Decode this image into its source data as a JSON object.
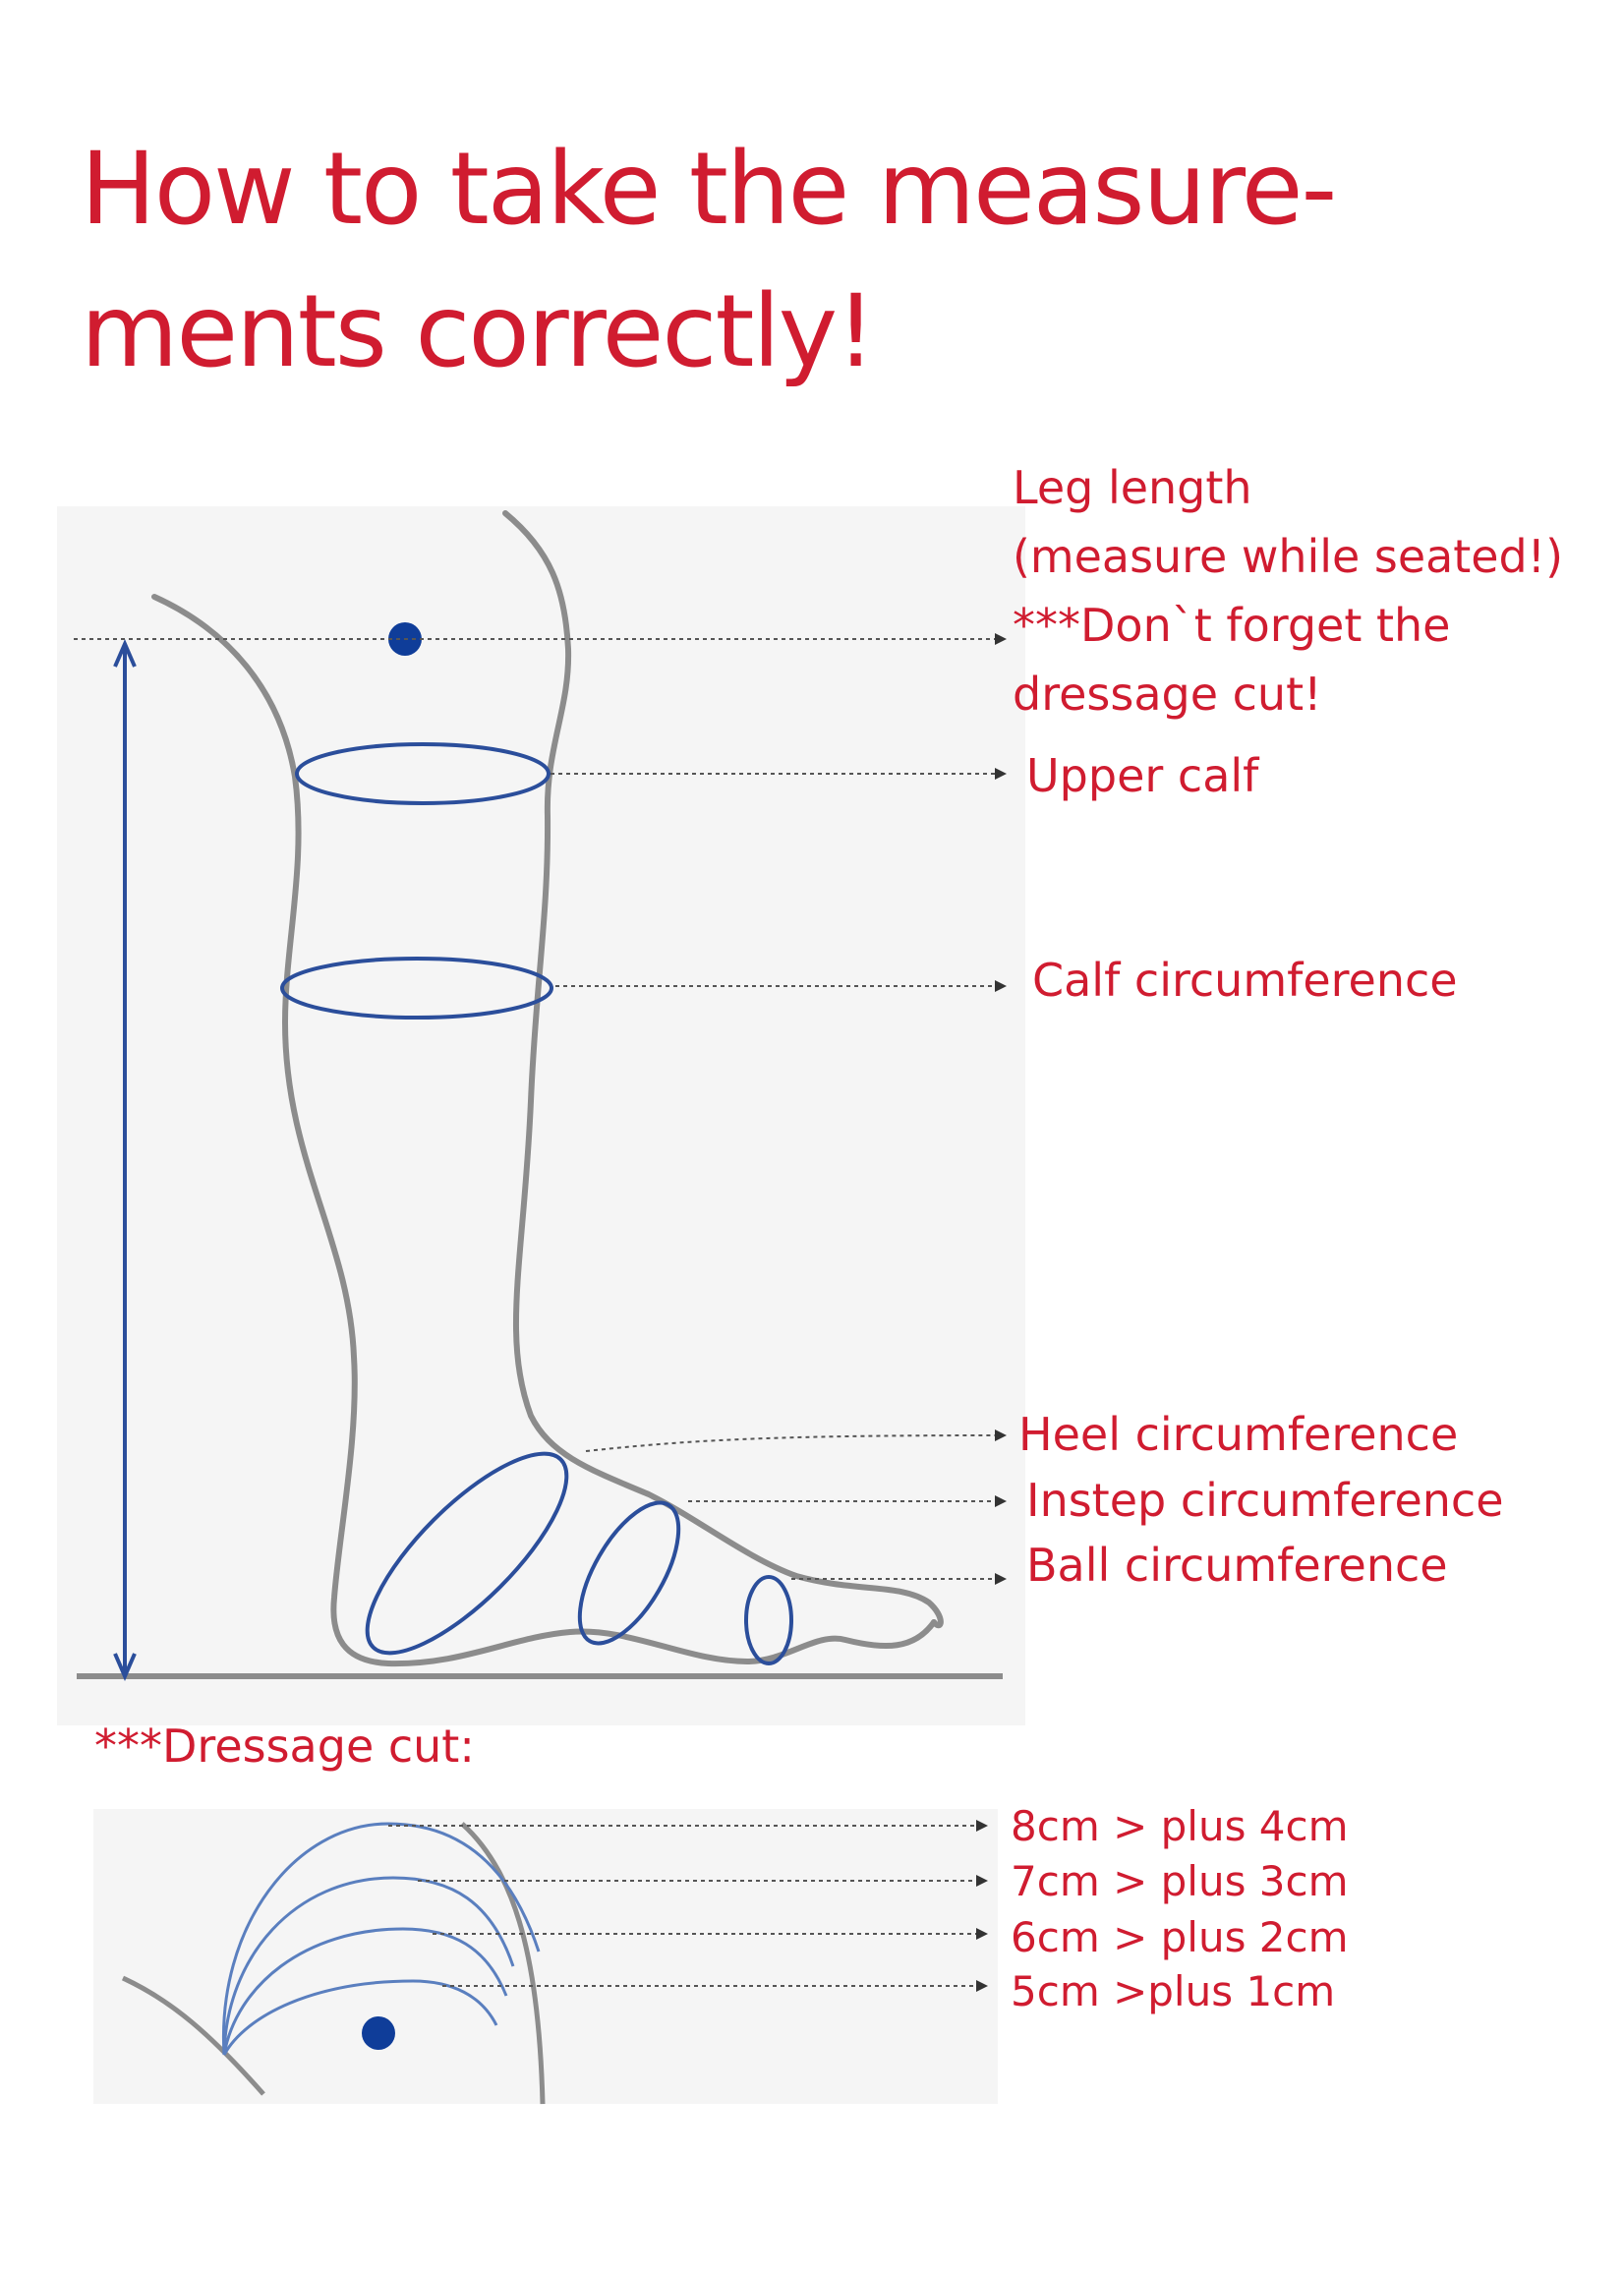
{
  "title": {
    "line1": "How to take the measure-",
    "line2": "ments correctly!"
  },
  "labels": {
    "leg_length": [
      "Leg length",
      "(measure while seated!)",
      "***Don`t forget the",
      "dressage cut!"
    ],
    "upper_calf": "Upper calf",
    "calf_circumference": "Calf circumference",
    "heel_circumference": "Heel circumference",
    "instep_circumference": "Instep circumference",
    "ball_circumference": "Ball circumference"
  },
  "dressage": {
    "heading": "***Dressage cut:",
    "rows": [
      "8cm > plus 4cm",
      "7cm > plus 3cm",
      "6cm > plus 2cm",
      "5cm >plus 1cm"
    ]
  },
  "colors": {
    "title_red": "#d01c30",
    "outline_gray": "#8c8c8c",
    "ring_blue": "#2b4e9b",
    "marker_blue": "#0f3d99",
    "panel_bg": "#f5f5f5"
  }
}
